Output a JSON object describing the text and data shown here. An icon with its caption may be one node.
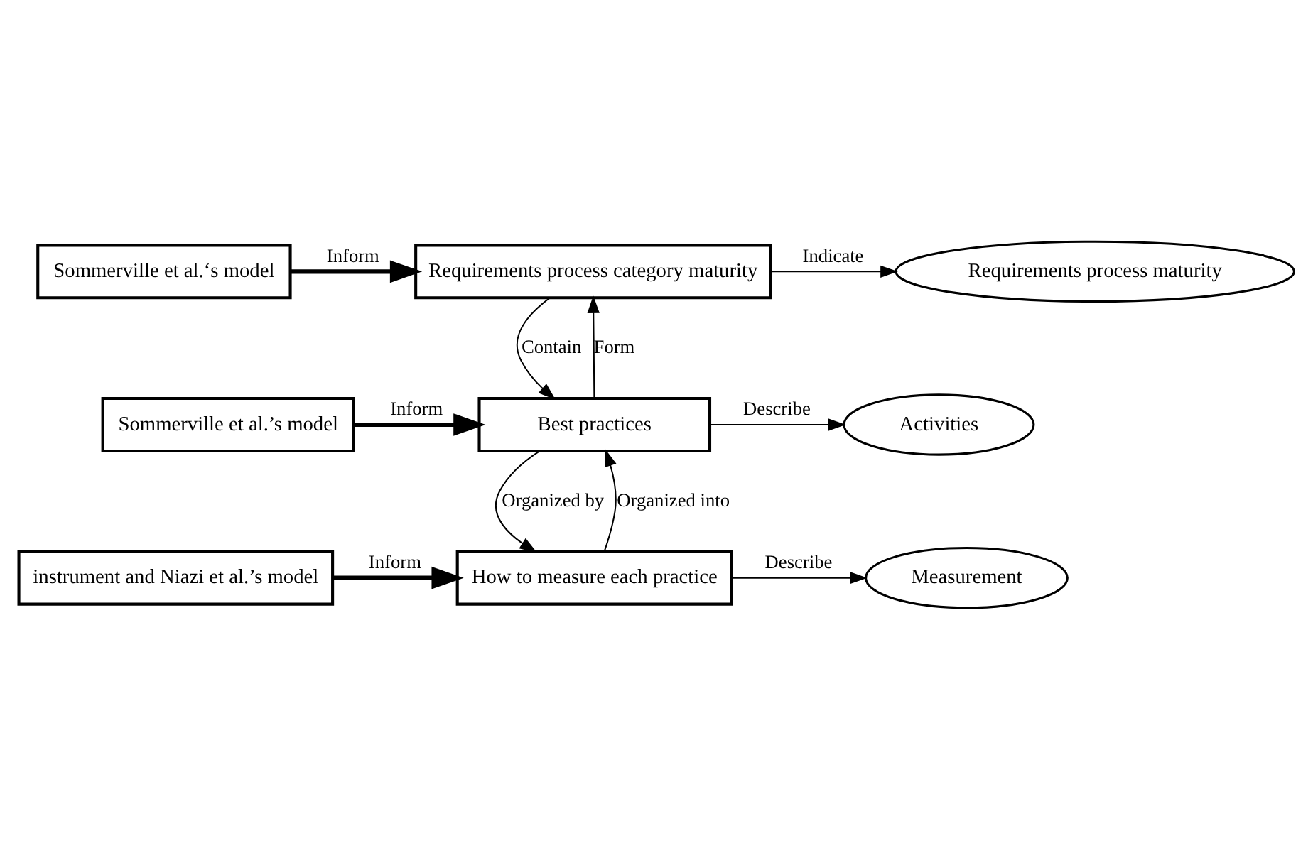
{
  "diagram": {
    "nodes": [
      {
        "text": [
          "Requirements process category maturity"
        ]
      },
      {
        "text": [
          "Requirements process maturity"
        ]
      },
      {
        "text": [
          "Sommerville et al.‘s model"
        ]
      },
      {
        "text": [
          "Best practices"
        ]
      },
      {
        "text": [
          "Activities"
        ]
      },
      {
        "text": [
          "Sommerville et al.’s model"
        ]
      },
      {
        "text": [
          "How to measure each practice"
        ]
      },
      {
        "text": [
          "Measurement"
        ]
      },
      {
        "text": [
          "instrument and Niazi et al.’s model"
        ]
      }
    ],
    "edges": [
      {
        "from": 0,
        "to": 1,
        "arrow": "to",
        "label": "Indicate"
      },
      {
        "from": 2,
        "to": 0,
        "arrow": "to",
        "label": "Inform",
        "style": "thick"
      },
      {
        "from": 0,
        "to": 3,
        "arrow": "to",
        "label": "Contain"
      },
      {
        "from": 3,
        "to": 0,
        "arrow": "to",
        "label": "Form"
      },
      {
        "from": 5,
        "to": 3,
        "arrow": "to",
        "label": "Inform",
        "style": "thick"
      },
      {
        "from": 3,
        "to": 4,
        "arrow": "to",
        "label": "Describe"
      },
      {
        "from": 3,
        "to": 6,
        "arrow": "to",
        "label": "Organized by"
      },
      {
        "from": 6,
        "to": 3,
        "arrow": "to",
        "label": "Organized into"
      },
      {
        "from": 8,
        "to": 6,
        "arrow": "to",
        "label": "Inform",
        "style": "thick"
      },
      {
        "from": 6,
        "to": 7,
        "arrow": "to",
        "label": "Describe"
      }
    ]
  }
}
